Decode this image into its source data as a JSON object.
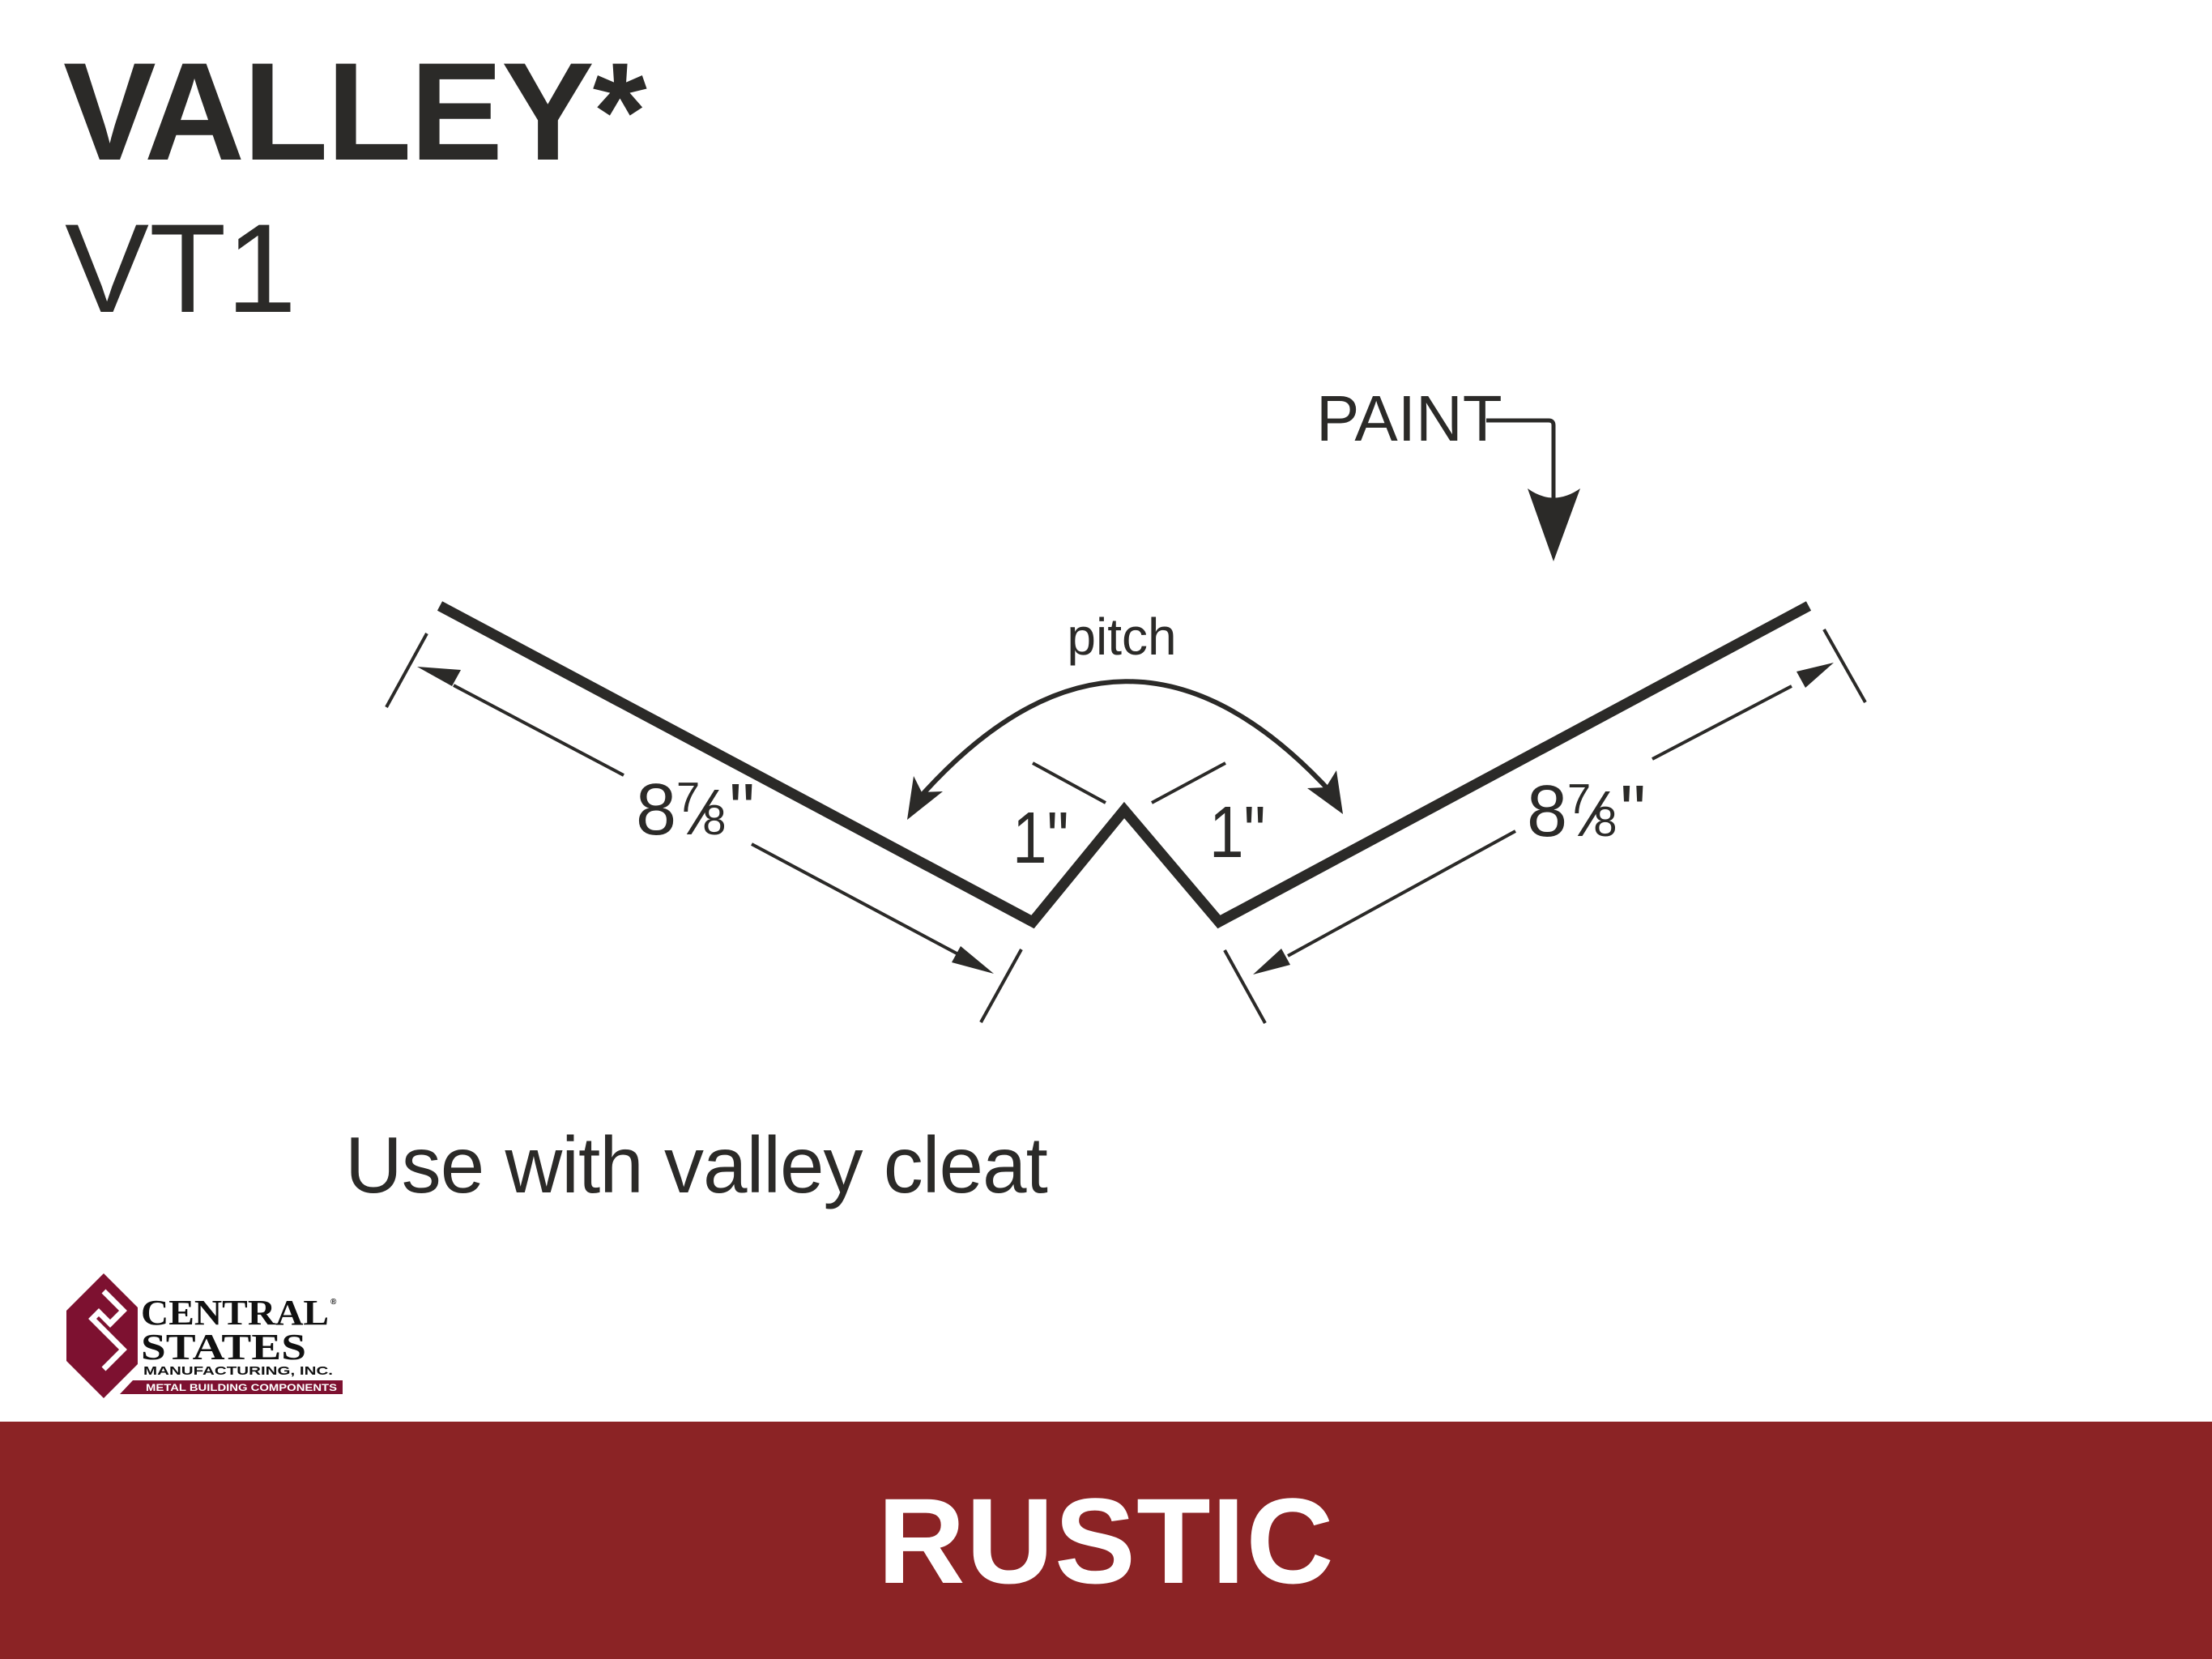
{
  "header": {
    "title": "VALLEY*",
    "product_code": "VT1"
  },
  "diagram": {
    "paint_label": "PAINT",
    "pitch_label": "pitch",
    "dimensions": {
      "left_leg": {
        "whole": "8",
        "numerator": "7",
        "denominator": "8",
        "unit": "\""
      },
      "right_leg": {
        "whole": "8",
        "numerator": "7",
        "denominator": "8",
        "unit": "\""
      },
      "left_hem": "1\"",
      "right_hem": "1\""
    },
    "line_color": "#2b2a28"
  },
  "note": "Use with valley cleat",
  "logo": {
    "line1": "CENTRAL",
    "registered_mark": "®",
    "line2": "STATES",
    "line3": "MANUFACTURING, INC.",
    "tagline": "METAL BUILDING COMPONENTS",
    "brand_color": "#7d1130"
  },
  "footer": {
    "label": "RUSTIC",
    "background_color": "#8b2325",
    "text_color": "#ffffff"
  }
}
